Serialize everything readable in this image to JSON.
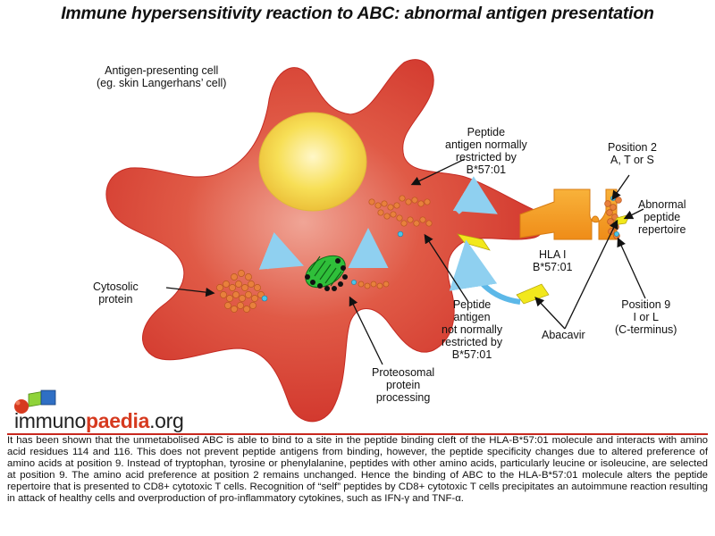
{
  "title": "Immune hypersensitivity reaction to ABC: abnormal antigen presentation",
  "labels": {
    "apc_line1": "Antigen-presenting cell",
    "apc_line2": "(eg. skin Langerhans’ cell)",
    "peptide_normal_1": "Peptide",
    "peptide_normal_2": "antigen normally",
    "peptide_normal_3": "restricted by",
    "peptide_normal_4": "B*57:01",
    "position2_1": "Position 2",
    "position2_2": "A, T or S",
    "abnormal_1": "Abnormal",
    "abnormal_2": "peptide",
    "abnormal_3": "repertoire",
    "hla_1": "HLA I",
    "hla_2": "B*57:01",
    "cytosolic_1": "Cytosolic",
    "cytosolic_2": "protein",
    "peptide_not_1": "Peptide",
    "peptide_not_2": "antigen",
    "peptide_not_3": "not normally",
    "peptide_not_4": "restricted by",
    "peptide_not_5": "B*57:01",
    "position9_1": "Position 9",
    "position9_2": "I or L",
    "position9_3": "(C-terminus)",
    "abacavir": "Abacavir",
    "proteosomal_1": "Proteosomal",
    "proteosomal_2": "protein",
    "proteosomal_3": "processing"
  },
  "logo": {
    "part1": "immuno",
    "part2": "paedia",
    "part3": ".org"
  },
  "description": "It has been shown that the unmetabolised ABC is able to bind to a site in the peptide binding cleft of the HLA-B*57:01 molecule and interacts with amino acid residues 114 and 116. This does not prevent peptide antigens from binding, however, the peptide specificity changes due to altered preference of amino acids at position 9. Instead of tryptophan, tyrosine or phenylalanine, peptides with other amino acids, particularly leucine or isoleucine, are selected at position 9. The amino acid preference at position 2 remains unchanged. Hence the binding of ABC to the HLA-B*57:01 molecule alters the peptide repertoire that is presented to CD8+ cytotoxic T cells. Recognition of “self” peptides by CD8+ cytotoxic T cells precipitates an autoimmune reaction resulting in attack of healthy cells and overproduction of pro-inflammatory cytokines, such as IFN-γ and TNF-α.",
  "colors": {
    "cell": "#d83a2c",
    "nucleus": "#f5d84a",
    "hla": "#f39a1c",
    "bead": "#e8803c",
    "proteasome": "#2fbf3a",
    "abacavir": "#f2e81c",
    "arrow_blue": "#5cb8e8",
    "brand_red": "#d63a1f"
  }
}
